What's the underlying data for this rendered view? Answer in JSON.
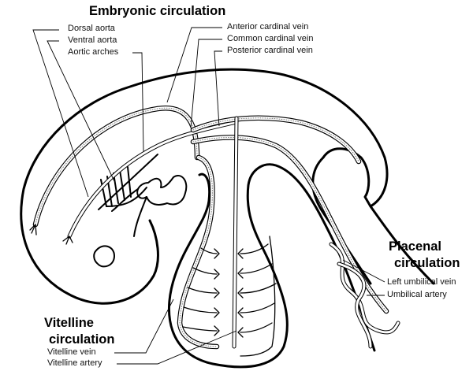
{
  "titles": {
    "embryonic": "Embryonic circulation",
    "placental_line1": "Placenal",
    "placental_line2": "circulation",
    "vitelline_line1": "Vitelline",
    "vitelline_line2": "circulation"
  },
  "labels": {
    "dorsal_aorta": "Dorsal aorta",
    "ventral_aorta": "Ventral aorta",
    "aortic_arches": "Aortic arches",
    "anterior_cardinal_vein": "Anterior cardinal vein",
    "common_cardinal_vein": "Common cardinal vein",
    "posterior_cardinal_vein": "Posterior cardinal vein",
    "left_umbilical_vein": "Left umbilical vein",
    "umbilical_artery": "Umbilical artery",
    "vitelline_vein": "Vitelline vein",
    "vitelline_artery": "Vitelline artery"
  }
}
